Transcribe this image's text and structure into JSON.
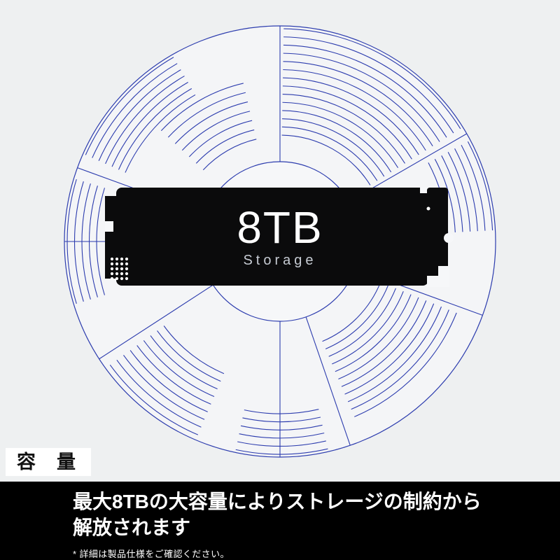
{
  "colors": {
    "background": "#eef0f1",
    "accent_blue": "#2c3cae",
    "ring_fill": "#f4f5f7",
    "ring_inner_fill": "#f6f7f9",
    "ssd_black": "#0b0b0c",
    "bar_black": "#000000",
    "headline_white": "#ffffff",
    "storage_gray": "#c6cbd3",
    "badge_bg": "#ffffff",
    "badge_text": "#111111"
  },
  "graphic": {
    "center_label": "8TB",
    "center_sublabel": "Storage"
  },
  "badge": {
    "label": "容量"
  },
  "caption": {
    "line1": "最大8TBの大容量によりストレージの制約から",
    "line2": "解放されます",
    "footnote": "* 詳細は製品仕様をご確認ください。"
  }
}
